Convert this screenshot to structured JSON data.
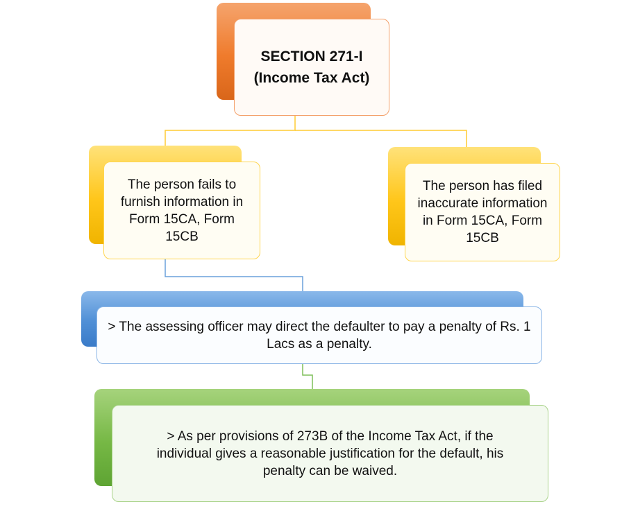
{
  "top": {
    "line1": "SECTION 271-I",
    "line2": "(Income Tax Act)"
  },
  "left_branch": {
    "text": "The person fails to furnish information in Form 15CA, Form 15CB"
  },
  "right_branch": {
    "text": "The person has filed inaccurate information in Form 15CA, Form 15CB"
  },
  "penalty": {
    "text": "> The assessing officer may direct the defaulter to pay a penalty of Rs. 1 Lacs as a penalty."
  },
  "waiver": {
    "text": "> As per provisions of 273B of the Income Tax Act, if the individual gives a reasonable justification for the default, his penalty can be waived."
  },
  "colors": {
    "orange": "#ef7b2c",
    "yellow": "#ffc61a",
    "blue": "#4f8fd6",
    "green": "#76b845"
  }
}
